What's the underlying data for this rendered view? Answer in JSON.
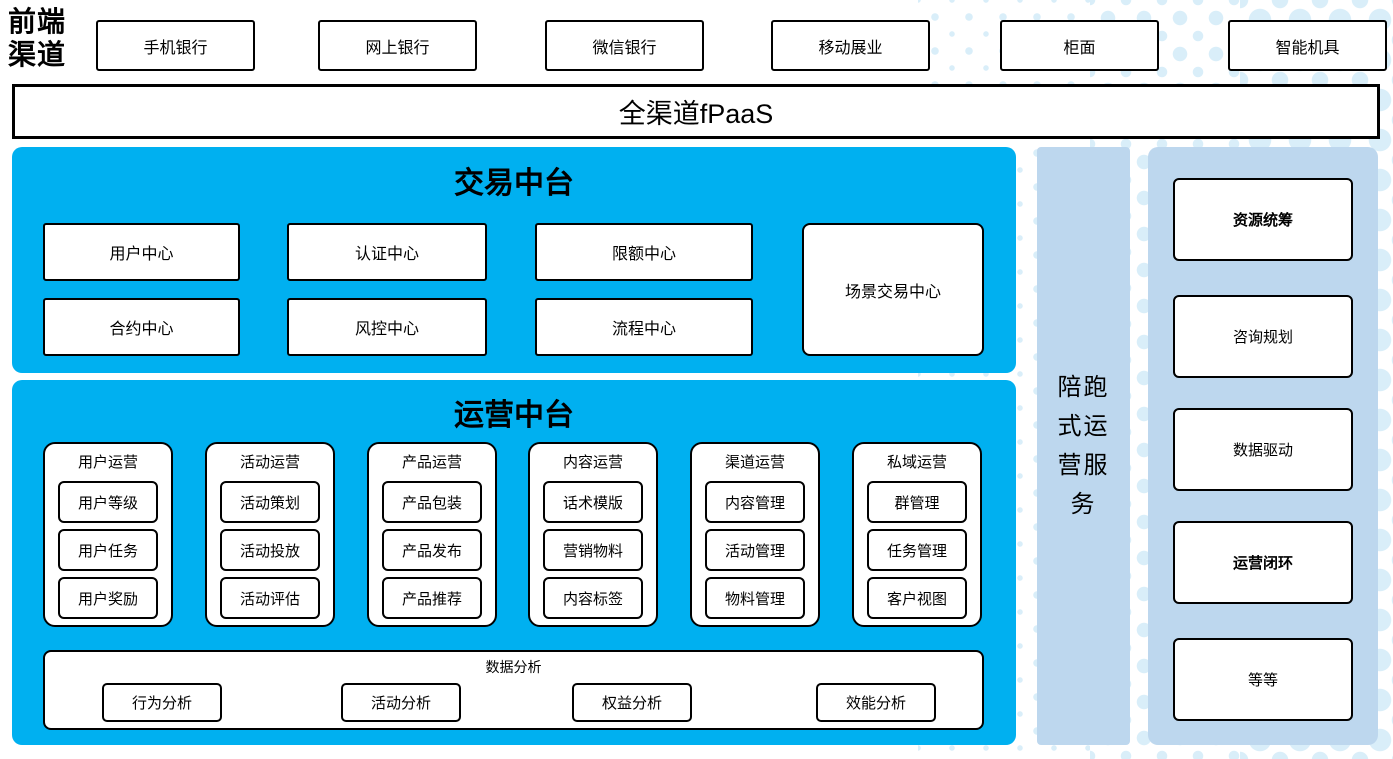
{
  "front_channels": {
    "label": "前端渠道",
    "items": [
      "手机银行",
      "网上银行",
      "微信银行",
      "移动展业",
      "柜面",
      "智能机具"
    ]
  },
  "fpaas_bar": {
    "label": "全渠道fPaaS"
  },
  "trade_platform": {
    "title": "交易中台",
    "boxes": [
      "用户中心",
      "认证中心",
      "限额中心",
      "合约中心",
      "风控中心",
      "流程中心"
    ],
    "tall_box": "场景交易中心"
  },
  "operation_platform": {
    "title": "运营中台",
    "columns": [
      {
        "header": "用户运营",
        "items": [
          "用户等级",
          "用户任务",
          "用户奖励"
        ]
      },
      {
        "header": "活动运营",
        "items": [
          "活动策划",
          "活动投放",
          "活动评估"
        ]
      },
      {
        "header": "产品运营",
        "items": [
          "产品包装",
          "产品发布",
          "产品推荐"
        ]
      },
      {
        "header": "内容运营",
        "items": [
          "话术模版",
          "营销物料",
          "内容标签"
        ]
      },
      {
        "header": "渠道运营",
        "items": [
          "内容管理",
          "活动管理",
          "物料管理"
        ]
      },
      {
        "header": "私域运营",
        "items": [
          "群管理",
          "任务管理",
          "客户视图"
        ]
      }
    ],
    "data_analysis": {
      "title": "数据分析",
      "items": [
        "行为分析",
        "活动分析",
        "权益分析",
        "效能分析"
      ]
    }
  },
  "side_bar": {
    "label": "陪跑式运营服务"
  },
  "right_panel": {
    "items": [
      {
        "label": "资源统筹",
        "bold": true
      },
      {
        "label": "咨询规划",
        "bold": false
      },
      {
        "label": "数据驱动",
        "bold": false
      },
      {
        "label": "运营闭环",
        "bold": true
      },
      {
        "label": "等等",
        "bold": false
      }
    ]
  },
  "colors": {
    "primary_blue": "#00B0F0",
    "light_blue": "#BDD7EE",
    "dot_color": "#D9EEF9",
    "box_border": "#000000"
  }
}
